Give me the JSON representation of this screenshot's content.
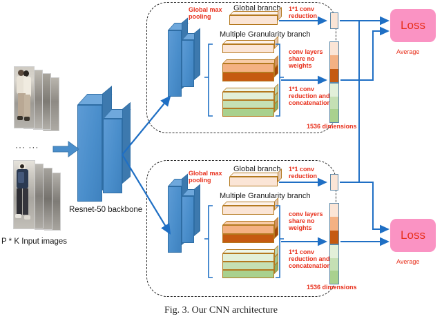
{
  "figure": {
    "caption": "Fig. 3.   Our  CNN  architecture",
    "input_label": "P * K  Input images",
    "dots_label": "···  ···",
    "backbone_label": "Resnet-50 backbone"
  },
  "colors": {
    "block_blue": "#4a8ecb",
    "block_blue_top": "#6fa8dc",
    "block_blue_side": "#3d79ae",
    "arrow_blue": "#1f6fc4",
    "label_red": "#e8301c",
    "loss_pink": "#fa93c3",
    "cream": "#fbe5d6",
    "orange_light": "#f4b183",
    "orange_dark": "#c55a11",
    "green_pale": "#e2f0d9",
    "green_mid": "#c5e0b4",
    "green_dark": "#a9d18e",
    "vec_border": "#5b87a8",
    "dash_border": "#2b2b2b"
  },
  "branches": [
    {
      "id": "upper",
      "global_max_pooling_label": "Global max\npooling",
      "global_branch_label": "Global branch",
      "conv_reduction_label": "1*1 conv\nreduction",
      "mg_branch_label": "Multiple Granularity branch",
      "share_no_weights_label": "conv layers\nshare no\nweights",
      "concat_label": "1*1 conv\nreduction and\nconcatenation",
      "dimensions_label": "1536 dimensions",
      "loss_label": "Loss",
      "average_label": "Average",
      "global_vector_color": "#fbe5d6",
      "feature_cells": [
        {
          "name": "global-part",
          "color": "#fbe5d6",
          "height": 20
        },
        {
          "name": "half-part-upper",
          "color": "#f4b183",
          "height": 20
        },
        {
          "name": "half-part-lower",
          "color": "#c55a11",
          "height": 20
        },
        {
          "name": "third-part-1",
          "color": "#e2f0d9",
          "height": 20
        },
        {
          "name": "third-part-2",
          "color": "#c5e0b4",
          "height": 20
        },
        {
          "name": "third-part-3",
          "color": "#a9d18e",
          "height": 20
        }
      ],
      "slabs": [
        {
          "name": "global-slab",
          "stripes": [
            {
              "color": "#fbe5d6"
            }
          ]
        },
        {
          "name": "two-part-slab",
          "stripes": [
            {
              "color": "#f4b183"
            },
            {
              "color": "#c55a11"
            }
          ]
        },
        {
          "name": "three-part-slab",
          "stripes": [
            {
              "color": "#e2f0d9"
            },
            {
              "color": "#c5e0b4"
            },
            {
              "color": "#a9d18e"
            }
          ]
        }
      ]
    },
    {
      "id": "lower",
      "global_max_pooling_label": "Global max\npooling",
      "global_branch_label": "Global branch",
      "conv_reduction_label": "1*1 conv\nreduction",
      "mg_branch_label": "Multiple Granularity branch",
      "share_no_weights_label": "conv layers\nshare no\nweights",
      "concat_label": "1*1 conv\nreduction and\nconcatenation",
      "dimensions_label": "1536 dimensions",
      "loss_label": "Loss",
      "average_label": "Average",
      "global_vector_color": "#fbe5d6",
      "feature_cells": [
        {
          "name": "global-part",
          "color": "#fbe5d6",
          "height": 20
        },
        {
          "name": "half-part-upper",
          "color": "#f4b183",
          "height": 20
        },
        {
          "name": "half-part-lower",
          "color": "#c55a11",
          "height": 20
        },
        {
          "name": "third-part-1",
          "color": "#e2f0d9",
          "height": 20
        },
        {
          "name": "third-part-2",
          "color": "#c5e0b4",
          "height": 20
        },
        {
          "name": "third-part-3",
          "color": "#a9d18e",
          "height": 20
        }
      ],
      "slabs": [
        {
          "name": "global-slab",
          "stripes": [
            {
              "color": "#fbe5d6"
            }
          ]
        },
        {
          "name": "two-part-slab",
          "stripes": [
            {
              "color": "#f4b183"
            },
            {
              "color": "#c55a11"
            }
          ]
        },
        {
          "name": "three-part-slab",
          "stripes": [
            {
              "color": "#e2f0d9"
            },
            {
              "color": "#c5e0b4"
            },
            {
              "color": "#a9d18e"
            }
          ]
        }
      ]
    }
  ]
}
